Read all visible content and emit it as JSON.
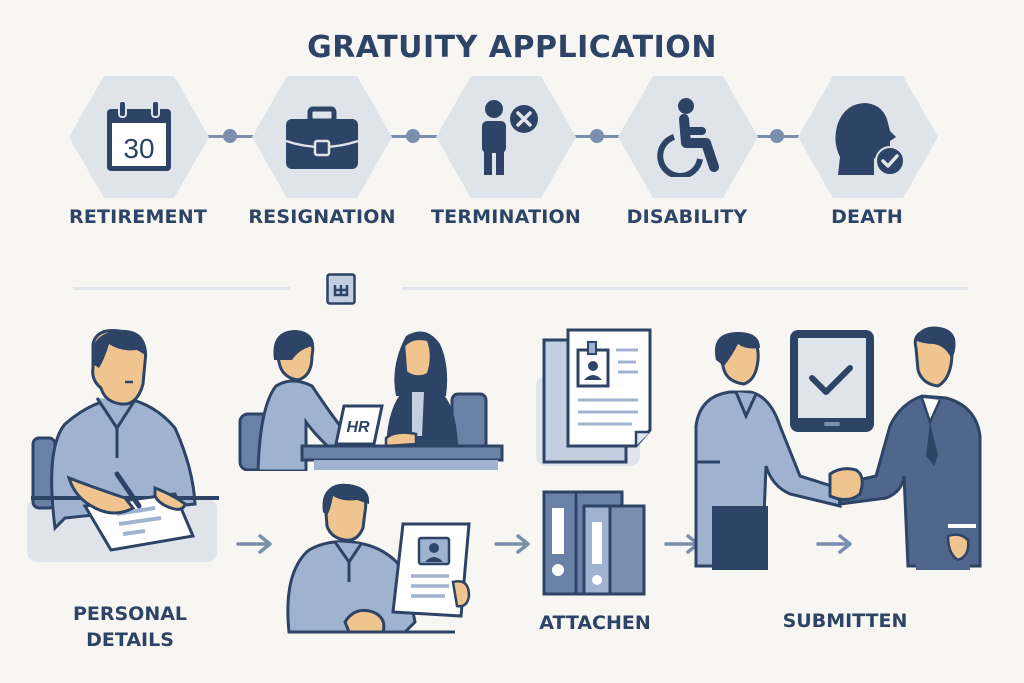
{
  "title": "GRATUITY APPLICATION",
  "categories": [
    {
      "label": "RETIREMENT",
      "icon": "calendar-icon",
      "icon_text": "30"
    },
    {
      "label": "RESIGNATION",
      "icon": "briefcase-icon"
    },
    {
      "label": "TERMINATION",
      "icon": "person-x-icon"
    },
    {
      "label": "DISABILITY",
      "icon": "wheelchair-icon"
    },
    {
      "label": "DEATH",
      "icon": "head-check-icon"
    }
  ],
  "divider_icon": "calendar-small-icon",
  "steps": [
    {
      "label_line1": "PERSONAL",
      "label_line2": "DETAILS",
      "illustration": "man-writing-form"
    },
    {
      "illustration": "hr-meeting",
      "badge_text": "HR"
    },
    {
      "illustration": "man-holding-id-document"
    },
    {
      "label": "ATTACHEN",
      "illustration": "documents-and-binders"
    },
    {
      "label": "SUBMITTEN",
      "illustration": "handshake-with-tablet-check"
    }
  ],
  "colors": {
    "background": "#f8f6f2",
    "primary": "#2d4466",
    "hex_fill": "#dfe3ea",
    "accent": "#7a8eae",
    "shirt": "#9fb3d1",
    "skin": "#f0c48f"
  }
}
